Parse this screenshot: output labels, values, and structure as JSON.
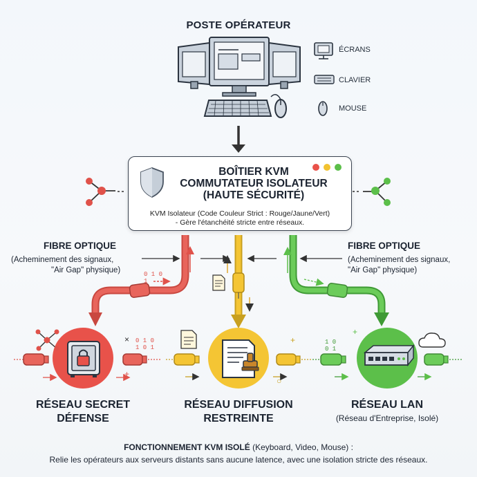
{
  "operator": {
    "title": "POSTE OPÉRATEUR",
    "legend": [
      {
        "label": "ÉCRANS",
        "icon": "monitor-icon"
      },
      {
        "label": "CLAVIER",
        "icon": "keyboard-icon"
      },
      {
        "label": "MOUSE",
        "icon": "mouse-icon"
      }
    ]
  },
  "kvm": {
    "title_lines": [
      "BOÎTIER KVM",
      "COMMUTATEUR ISOLATEUR",
      "(HAUTE SÉCURITÉ)"
    ],
    "desc_lines": [
      "KVM Isolateur (Code Couleur Strict : Rouge/Jaune/Vert)",
      "- Gère l'étanchéité stricte entre réseaux."
    ],
    "status_dots": [
      "#e9524a",
      "#f2c230",
      "#5cbf4a"
    ]
  },
  "fibre_left": {
    "title": "FIBRE OPTIQUE",
    "sub_lines": [
      "(Acheminement des signaux,",
      "\"Air Gap\" physique)"
    ]
  },
  "fibre_right": {
    "title": "FIBRE OPTIQUE",
    "sub_lines": [
      "(Acheminement des signaux,",
      "\"Air Gap\" physique)"
    ]
  },
  "binary": {
    "left": "0 1 0\n1",
    "mid": "0 1 0\n1 0 1",
    "right": "1 0\n0 1"
  },
  "networks": [
    {
      "title_lines": [
        "RÉSEAU SECRET",
        "DÉFENSE"
      ],
      "sub": "",
      "color": "#e8524a",
      "icon": "safe-lock-icon"
    },
    {
      "title_lines": [
        "RÉSEAU DIFFUSION",
        "RESTREINTE"
      ],
      "sub": "",
      "color": "#f4c534",
      "icon": "stamped-document-icon"
    },
    {
      "title_lines": [
        "RÉSEAU LAN"
      ],
      "sub": "(Réseau d'Entreprise, Isolé)",
      "color": "#5cbf4a",
      "icon": "network-switch-icon"
    }
  ],
  "footer": {
    "bold": "FONCTIONNEMENT KVM ISOLÉ",
    "rest": " (Keyboard, Video, Mouse) :",
    "line2": "Relie les opérateurs aux serveurs distants sans aucune latence, avec une isolation stricte des réseaux."
  }
}
